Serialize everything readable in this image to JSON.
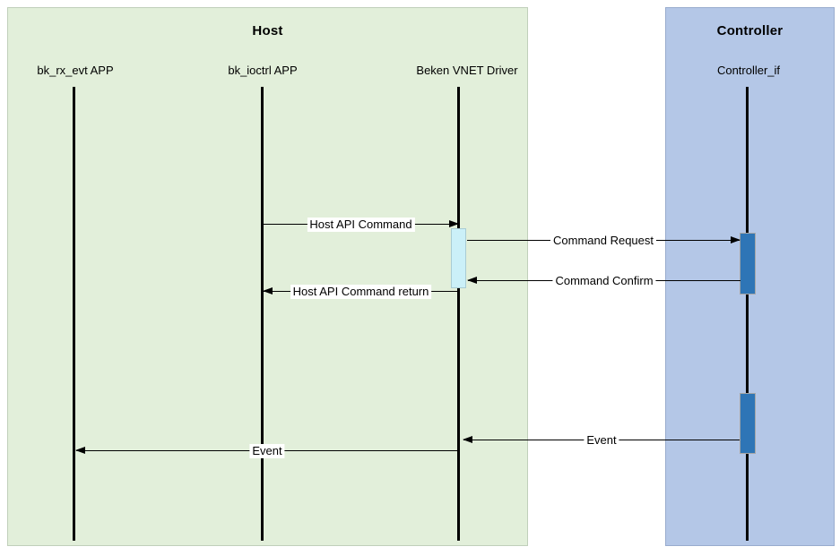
{
  "colors": {
    "host_bg": "#e2efda",
    "controller_bg": "#b4c7e7",
    "driver_activation_fill": "#cbf0f8",
    "controller_activation_fill": "#2e75b6",
    "lifeline_color": "#000000",
    "message_line_color": "#000000",
    "label_bg": "#ffffff"
  },
  "groups": [
    {
      "label": "Host"
    },
    {
      "label": "Controller"
    }
  ],
  "participants": [
    {
      "label": "bk_rx_evt APP"
    },
    {
      "label": "bk_ioctrl APP"
    },
    {
      "label": "Beken VNET Driver"
    },
    {
      "label": "Controller_if"
    }
  ],
  "messages": [
    {
      "label": "Host API Command",
      "from": "bk_ioctrl APP",
      "to": "Beken VNET Driver",
      "direction": "right"
    },
    {
      "label": "Command Request",
      "from": "Beken VNET Driver",
      "to": "Controller_if",
      "direction": "right"
    },
    {
      "label": "Command Confirm",
      "from": "Controller_if",
      "to": "Beken VNET Driver",
      "direction": "left"
    },
    {
      "label": "Host API Command return",
      "from": "Beken VNET Driver",
      "to": "bk_ioctrl APP",
      "direction": "left"
    },
    {
      "label": "Event",
      "from": "Controller_if",
      "to": "Beken VNET Driver",
      "direction": "left"
    },
    {
      "label": "Event",
      "from": "Beken VNET Driver",
      "to": "bk_rx_evt APP",
      "direction": "left"
    }
  ]
}
